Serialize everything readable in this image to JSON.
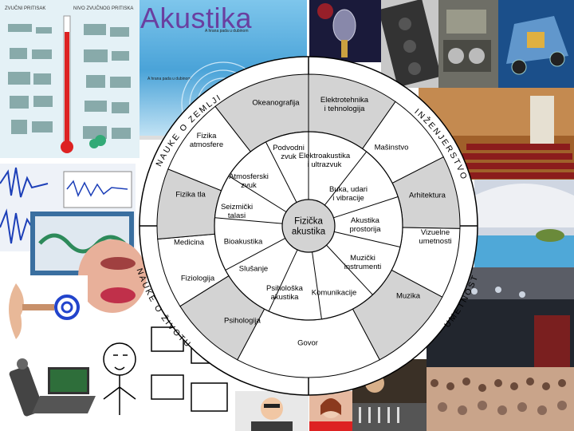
{
  "title": "Akustika",
  "center": [
    "Fizička",
    "akustika"
  ],
  "inner_ring": [
    [
      "Elektroakustika",
      "i ultrazvuk"
    ],
    [
      "Buka, udari",
      "i vibracije"
    ],
    [
      "Akustika",
      "prostorija"
    ],
    [
      "Muzički",
      "instrumenti"
    ],
    [
      "Komunikacije"
    ],
    [
      "Psihološka",
      "akustika"
    ],
    [
      "Slušanje"
    ],
    [
      "Bioakustika"
    ],
    [
      "Seizmički",
      "talasi"
    ],
    [
      "Atmosferski",
      "zvuk"
    ],
    [
      "Podvodni",
      "zvuk"
    ]
  ],
  "outer_ring": [
    [
      "Elektrotehnika",
      "i tehnologija"
    ],
    [
      "Mašinstvo"
    ],
    [
      "Arhitektura"
    ],
    [
      "Vizuelne",
      "umetnosti"
    ],
    [
      "Muzika"
    ],
    [
      "Govor"
    ],
    [
      "Psihologija"
    ],
    [
      "Fiziologija"
    ],
    [
      "Medicina"
    ],
    [
      "Fizika tla"
    ],
    [
      "Fizika",
      "atmosfere"
    ],
    [
      "Okeanografija"
    ]
  ],
  "arc_labels": [
    {
      "text": "NAUKE O ZEMLJI"
    },
    {
      "text": "INŽENJERSTVO"
    },
    {
      "text": "UMETNOST"
    },
    {
      "text": "NAUKE O ŽIVOTU"
    }
  ],
  "photo_text": {
    "chart_heading_left": "ZVUČNI PRITISAK",
    "chart_heading_right": "NIVO ZVUČNOG PRITISKA",
    "banner_line1": "A hrana pada u dubinom",
    "banner_line2": "A hrana pada u dubinom"
  },
  "colors": {
    "title": "#6a3fa0",
    "shaded": "#d3d3d3",
    "white": "#ffffff",
    "stroke": "#000000"
  }
}
